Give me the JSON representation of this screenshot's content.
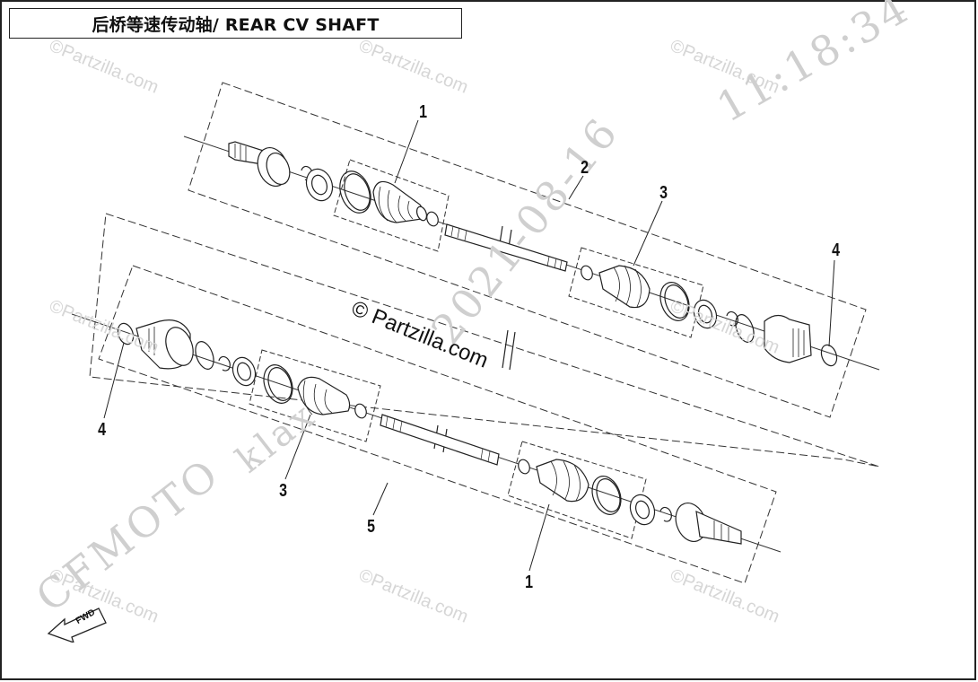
{
  "title": "后桥等速传动轴/ REAR CV SHAFT",
  "callouts": {
    "c1_top": "1",
    "c2": "2",
    "c3_top": "3",
    "c4_right": "4",
    "c4_left": "4",
    "c3_bottom": "3",
    "c5": "5",
    "c1_bottom": "1"
  },
  "watermarks": {
    "partzilla_small": "©Partzilla.com",
    "partzilla_center": "© Partzilla.com",
    "date": "2021-08-16",
    "time": "11:18:34",
    "brand": "CFMOTO",
    "user": "klax"
  },
  "fwd_label": "FWD"
}
